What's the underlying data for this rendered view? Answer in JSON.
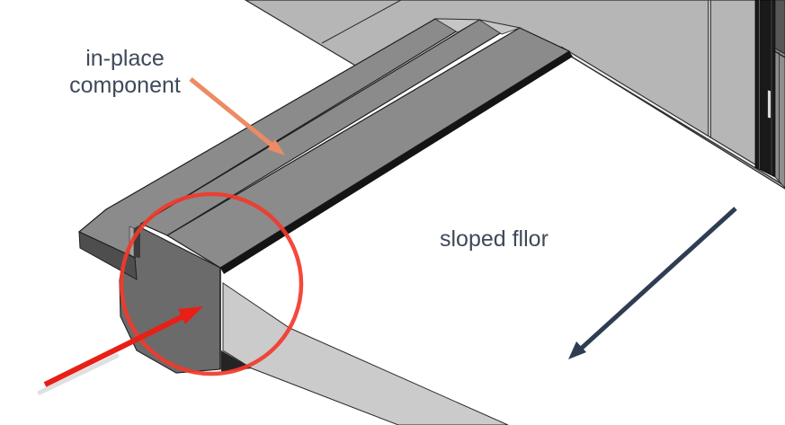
{
  "view": {
    "type": "3d-isometric-cad-view",
    "background": "#ffffff"
  },
  "annotations": {
    "in_place_label": {
      "line1": "in-place",
      "line2": "component",
      "color": "#3e4a5a"
    },
    "sloped_label": {
      "text": "sloped fllor",
      "color": "#3e4a5a"
    },
    "orange_arrow": {
      "color": "#ec8b64"
    },
    "red_arrow": {
      "color": "#e81f16"
    },
    "red_circle": {
      "color": "#f2392c"
    },
    "navy_arrow": {
      "color": "#2e3d52"
    }
  },
  "model_colors": {
    "floor_surface": "#b6b6b6",
    "floor_edge_strip": "#cbcbcb",
    "beam_top": "#8b8b8b",
    "beam_end_face": "#6b6b6b",
    "beam_thickness_face": "#4e4e4e",
    "beam_shadow_edge": "#141414",
    "step_gap": "#c6c6c6",
    "door_frame": "#191919",
    "door_side_panel_dark": "#575757",
    "door_side_panel_light": "#8e8e8e",
    "handle": "#d9d9d9"
  }
}
